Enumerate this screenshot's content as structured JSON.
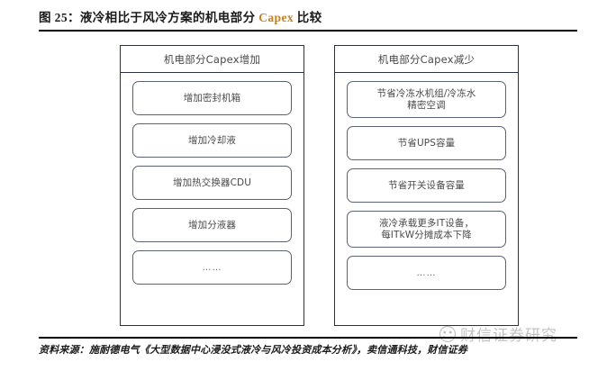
{
  "figure": {
    "label": "图 25：",
    "title_pre": "液冷相比于风冷方案的机电部分 ",
    "title_accent": "Capex",
    "title_post": " 比较",
    "accent_color": "#C8811E"
  },
  "diagram": {
    "columns": [
      {
        "id": "capex-increase",
        "header": "机电部分Capex增加",
        "items": [
          {
            "text": "增加密封机箱",
            "lines": 1
          },
          {
            "text": "增加冷却液",
            "lines": 1
          },
          {
            "text": "增加热交换器CDU",
            "lines": 1
          },
          {
            "text": "增加分液器",
            "lines": 1
          },
          {
            "text": "……",
            "lines": 1
          }
        ]
      },
      {
        "id": "capex-decrease",
        "header": "机电部分Capex减少",
        "items": [
          {
            "text": "节省冷冻水机组/冷冻水\n精密空调",
            "lines": 2
          },
          {
            "text": "节省UPS容量",
            "lines": 1
          },
          {
            "text": "节省开关设备容量",
            "lines": 1
          },
          {
            "text": "液冷承载更多IT设备，\n每ITkW分摊成本下降",
            "lines": 2
          },
          {
            "text": "……",
            "lines": 1
          }
        ]
      }
    ]
  },
  "footer": {
    "source": "资料来源：施耐德电气《大型数据中心浸没式液冷与风冷投资成本分析》，卖信通科技，财信证券"
  },
  "watermark": {
    "text": "财信证券研究",
    "logo_icon": "circle-dots-logo-icon"
  }
}
